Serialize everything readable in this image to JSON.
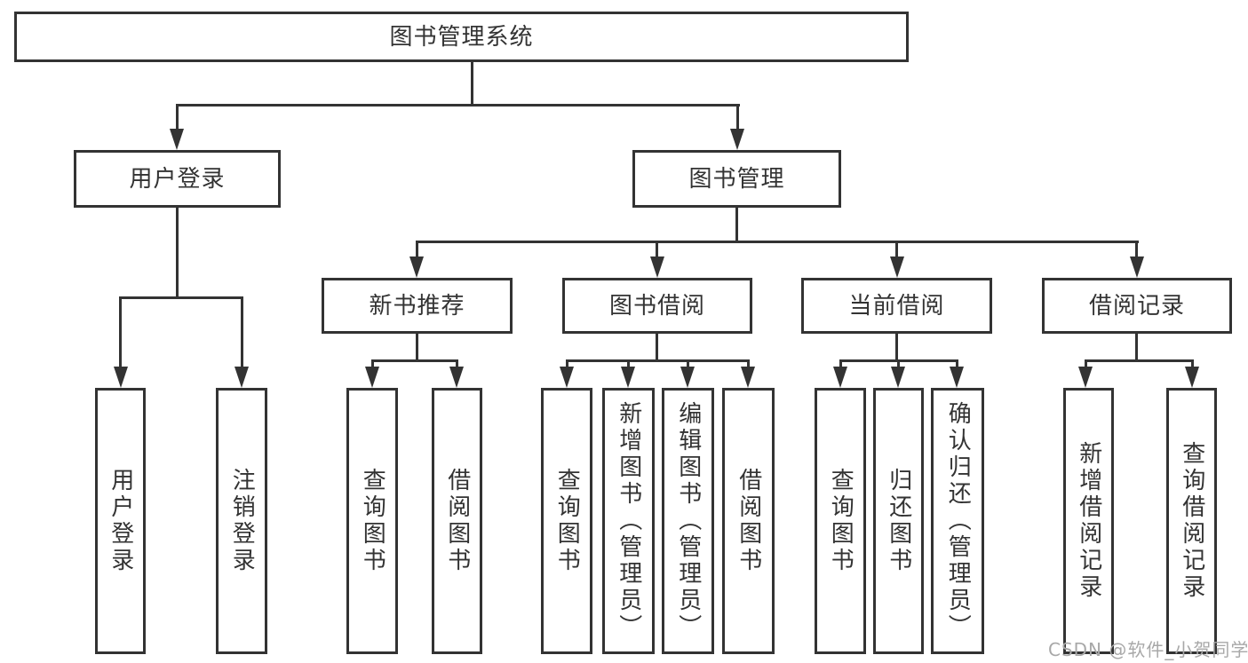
{
  "diagram": {
    "root": "图书管理系统",
    "user_login": {
      "label": "用户登录",
      "children": [
        "用户登录",
        "注销登录"
      ]
    },
    "book_mgmt": {
      "label": "图书管理",
      "groups": [
        {
          "label": "新书推荐",
          "children": [
            "查询图书",
            "借阅图书"
          ]
        },
        {
          "label": "图书借阅",
          "children": [
            "查询图书",
            "新增图书（管理员）",
            "编辑图书（管理员）",
            "借阅图书"
          ]
        },
        {
          "label": "当前借阅",
          "children": [
            "查询图书",
            "归还图书",
            "确认归还（管理员）"
          ]
        },
        {
          "label": "借阅记录",
          "children": [
            "新增借阅记录",
            "查询借阅记录"
          ]
        }
      ]
    },
    "watermark": "CSDN @软件_小贺同学",
    "colors": {
      "line": "#333333",
      "text": "#333333",
      "background": "#ffffff",
      "watermark": "#a8a8a8"
    }
  }
}
